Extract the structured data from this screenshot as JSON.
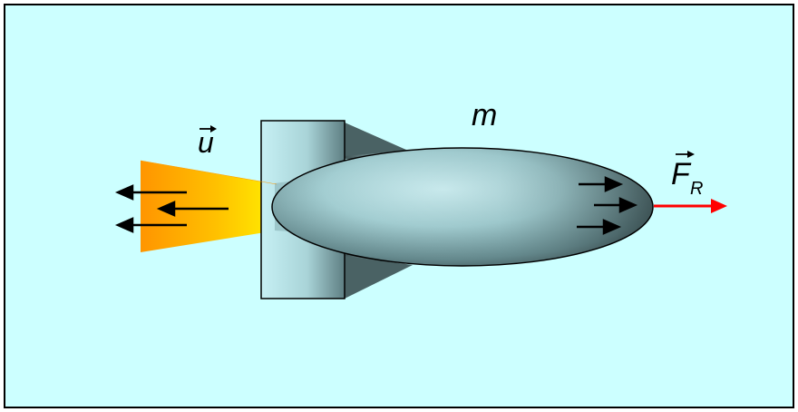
{
  "labels": {
    "mass": "m",
    "velocity": "u",
    "force": "F",
    "force_subscript": "R"
  },
  "colors": {
    "background": "#ccffff",
    "border": "#000000",
    "flame_inner": "#ffee00",
    "flame_outer": "#ff9900",
    "force_arrow": "#ff0000",
    "arrow": "#000000"
  },
  "icons": {
    "exhaust_arrows": "left-arrow-icon",
    "internal_arrows": "right-arrow-icon",
    "force_arrow": "right-arrow-icon"
  }
}
